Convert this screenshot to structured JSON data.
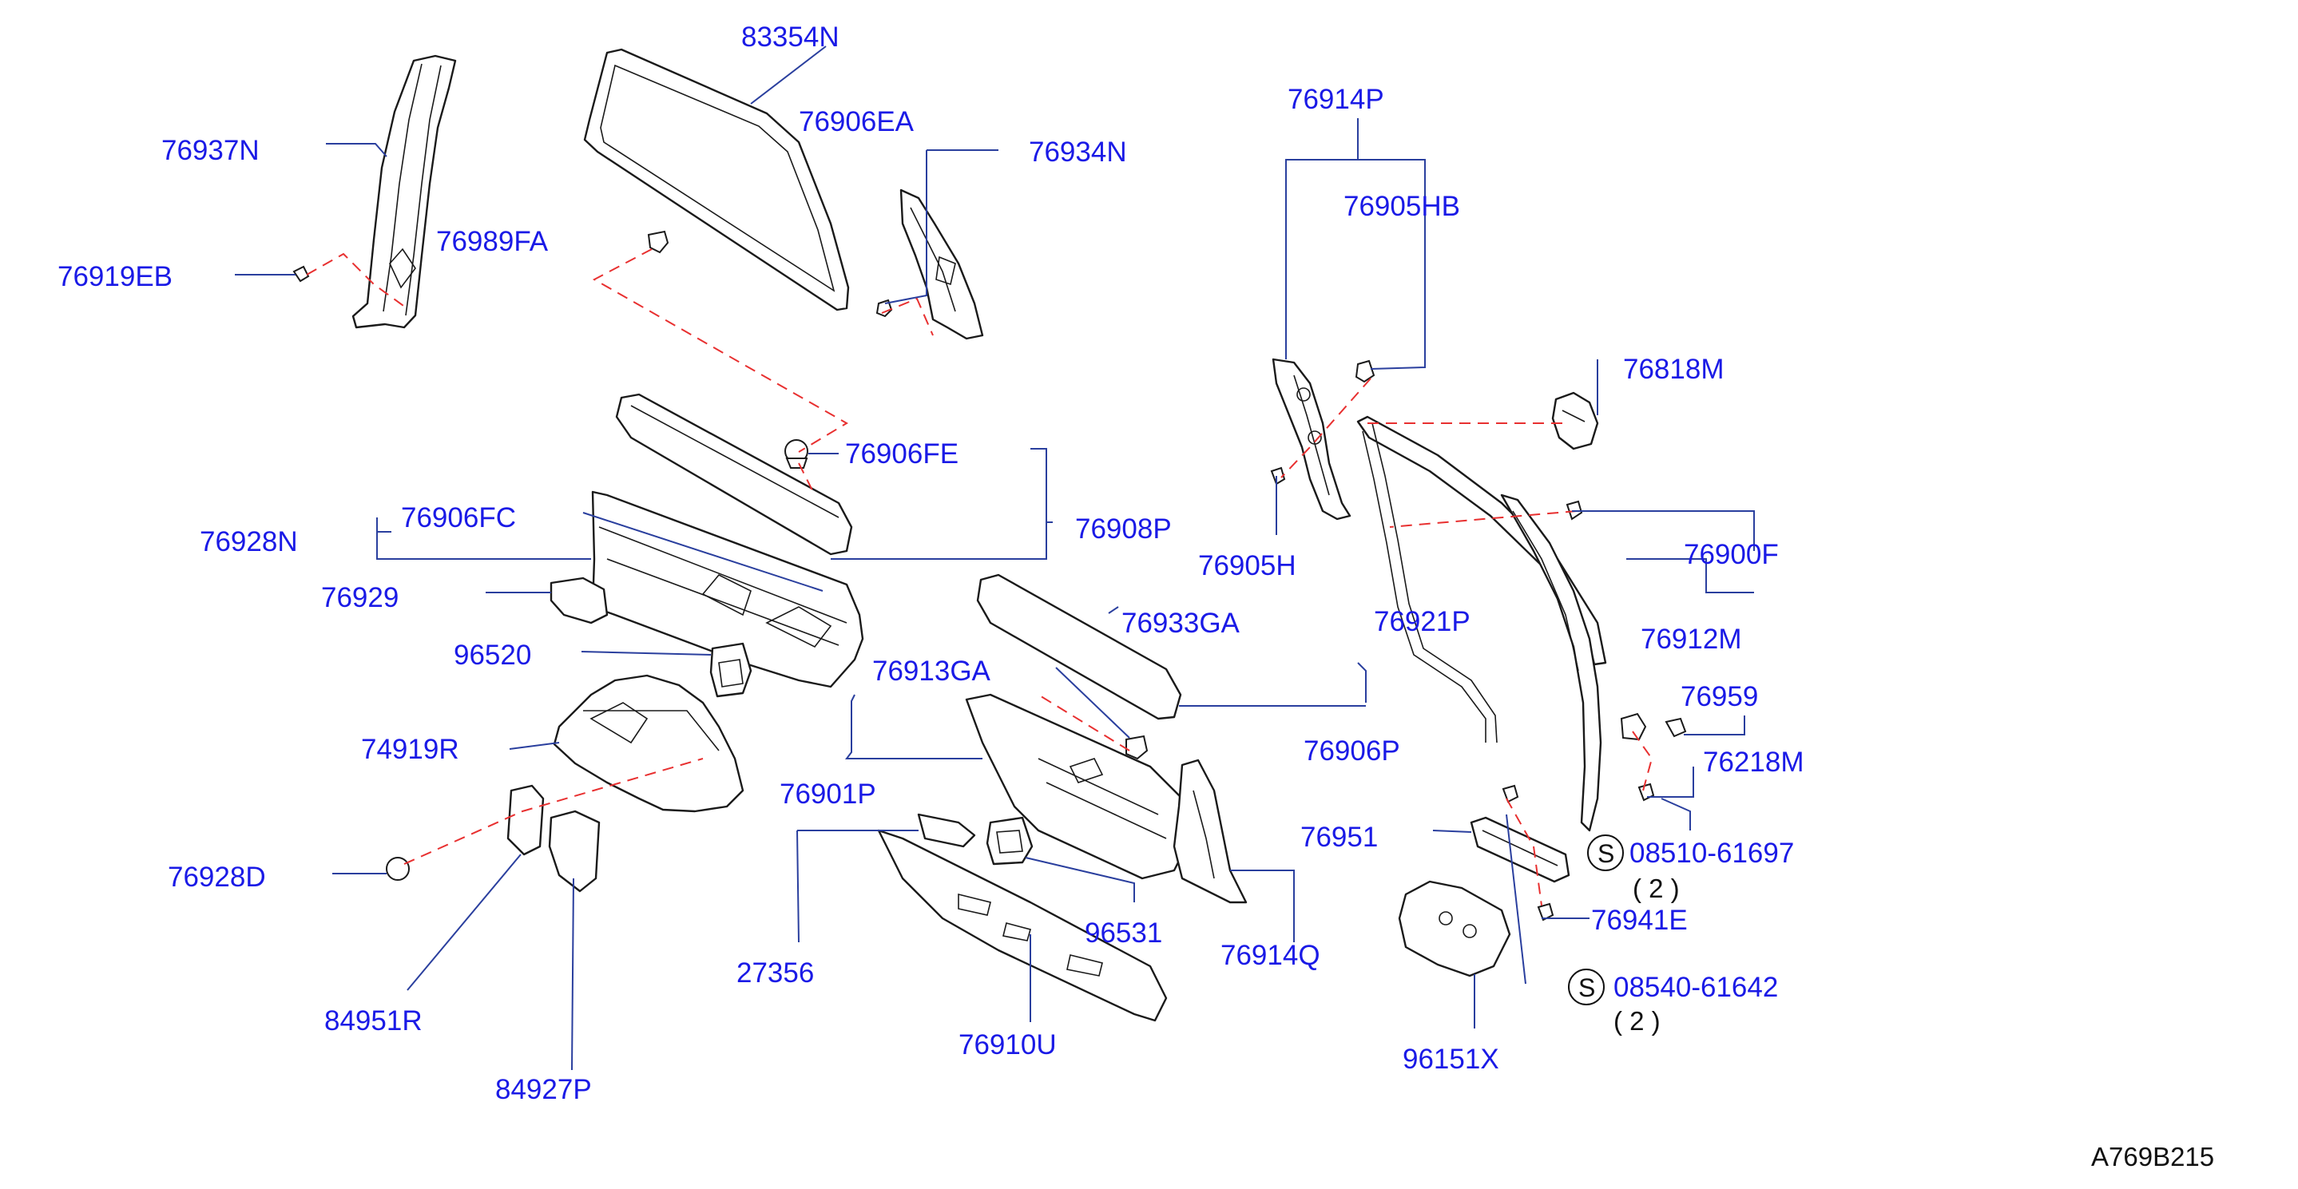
{
  "diagram": {
    "code": "A769B215",
    "part_numbers": {
      "p83354N": "83354N",
      "p76937N": "76937N",
      "p76906EA": "76906EA",
      "p76934N": "76934N",
      "p76989FA": "76989FA",
      "p76919EB": "76919EB",
      "p76906FE": "76906FE",
      "p76906FC": "76906FC",
      "p76928N": "76928N",
      "p76908P": "76908P",
      "p76929": "76929",
      "p96520": "96520",
      "p76933GA": "76933GA",
      "p76913GA": "76913GA",
      "p74919R": "74919R",
      "p76901P": "76901P",
      "p76928D": "76928D",
      "p27356": "27356",
      "p96531": "96531",
      "p84951R": "84951R",
      "p76910U": "76910U",
      "p76914Q": "76914Q",
      "p84927P": "84927P",
      "p76914P": "76914P",
      "p76905HB": "76905HB",
      "p76818M": "76818M",
      "p76905H": "76905H",
      "p76921P": "76921P",
      "p76900F": "76900F",
      "p76912M": "76912M",
      "p76959": "76959",
      "p76218M": "76218M",
      "p76906P": "76906P",
      "p76951": "76951",
      "p08510_61697": "08510-61697",
      "p76941E": "76941E",
      "p08540_61642": "08540-61642",
      "p96151X": "96151X"
    },
    "screw_symbol": "S",
    "quantities": {
      "q1": "( 2 )",
      "q2": "( 2 )"
    }
  }
}
